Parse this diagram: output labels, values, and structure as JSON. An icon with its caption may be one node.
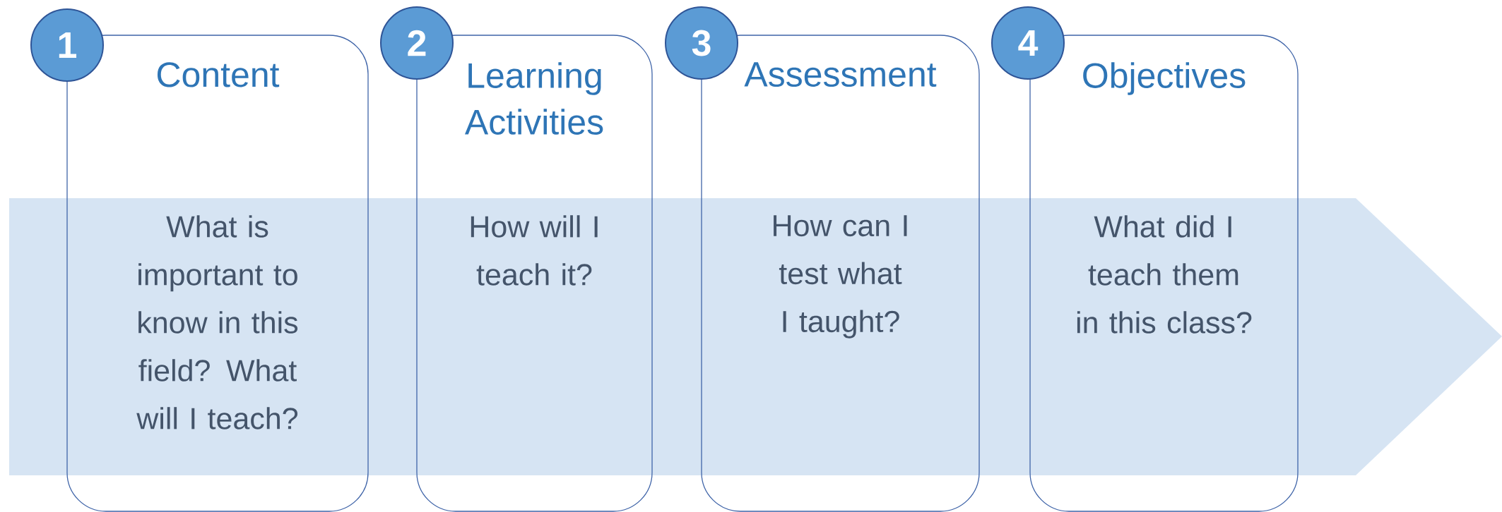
{
  "diagram": {
    "nodes": [
      {
        "text": [
          "1"
        ]
      },
      {
        "text": [
          "Content",
          "What is important to know in this field? What will I teach?"
        ]
      },
      {
        "text": [
          "2"
        ]
      },
      {
        "text": [
          "Learning Activities",
          "How will I teach it?"
        ]
      },
      {
        "text": [
          "3"
        ]
      },
      {
        "text": [
          "Assessment",
          "How can I test what I taught?"
        ]
      },
      {
        "text": [
          "4"
        ]
      },
      {
        "text": [
          "Objectives",
          "What did I teach them in this class?"
        ]
      }
    ]
  }
}
